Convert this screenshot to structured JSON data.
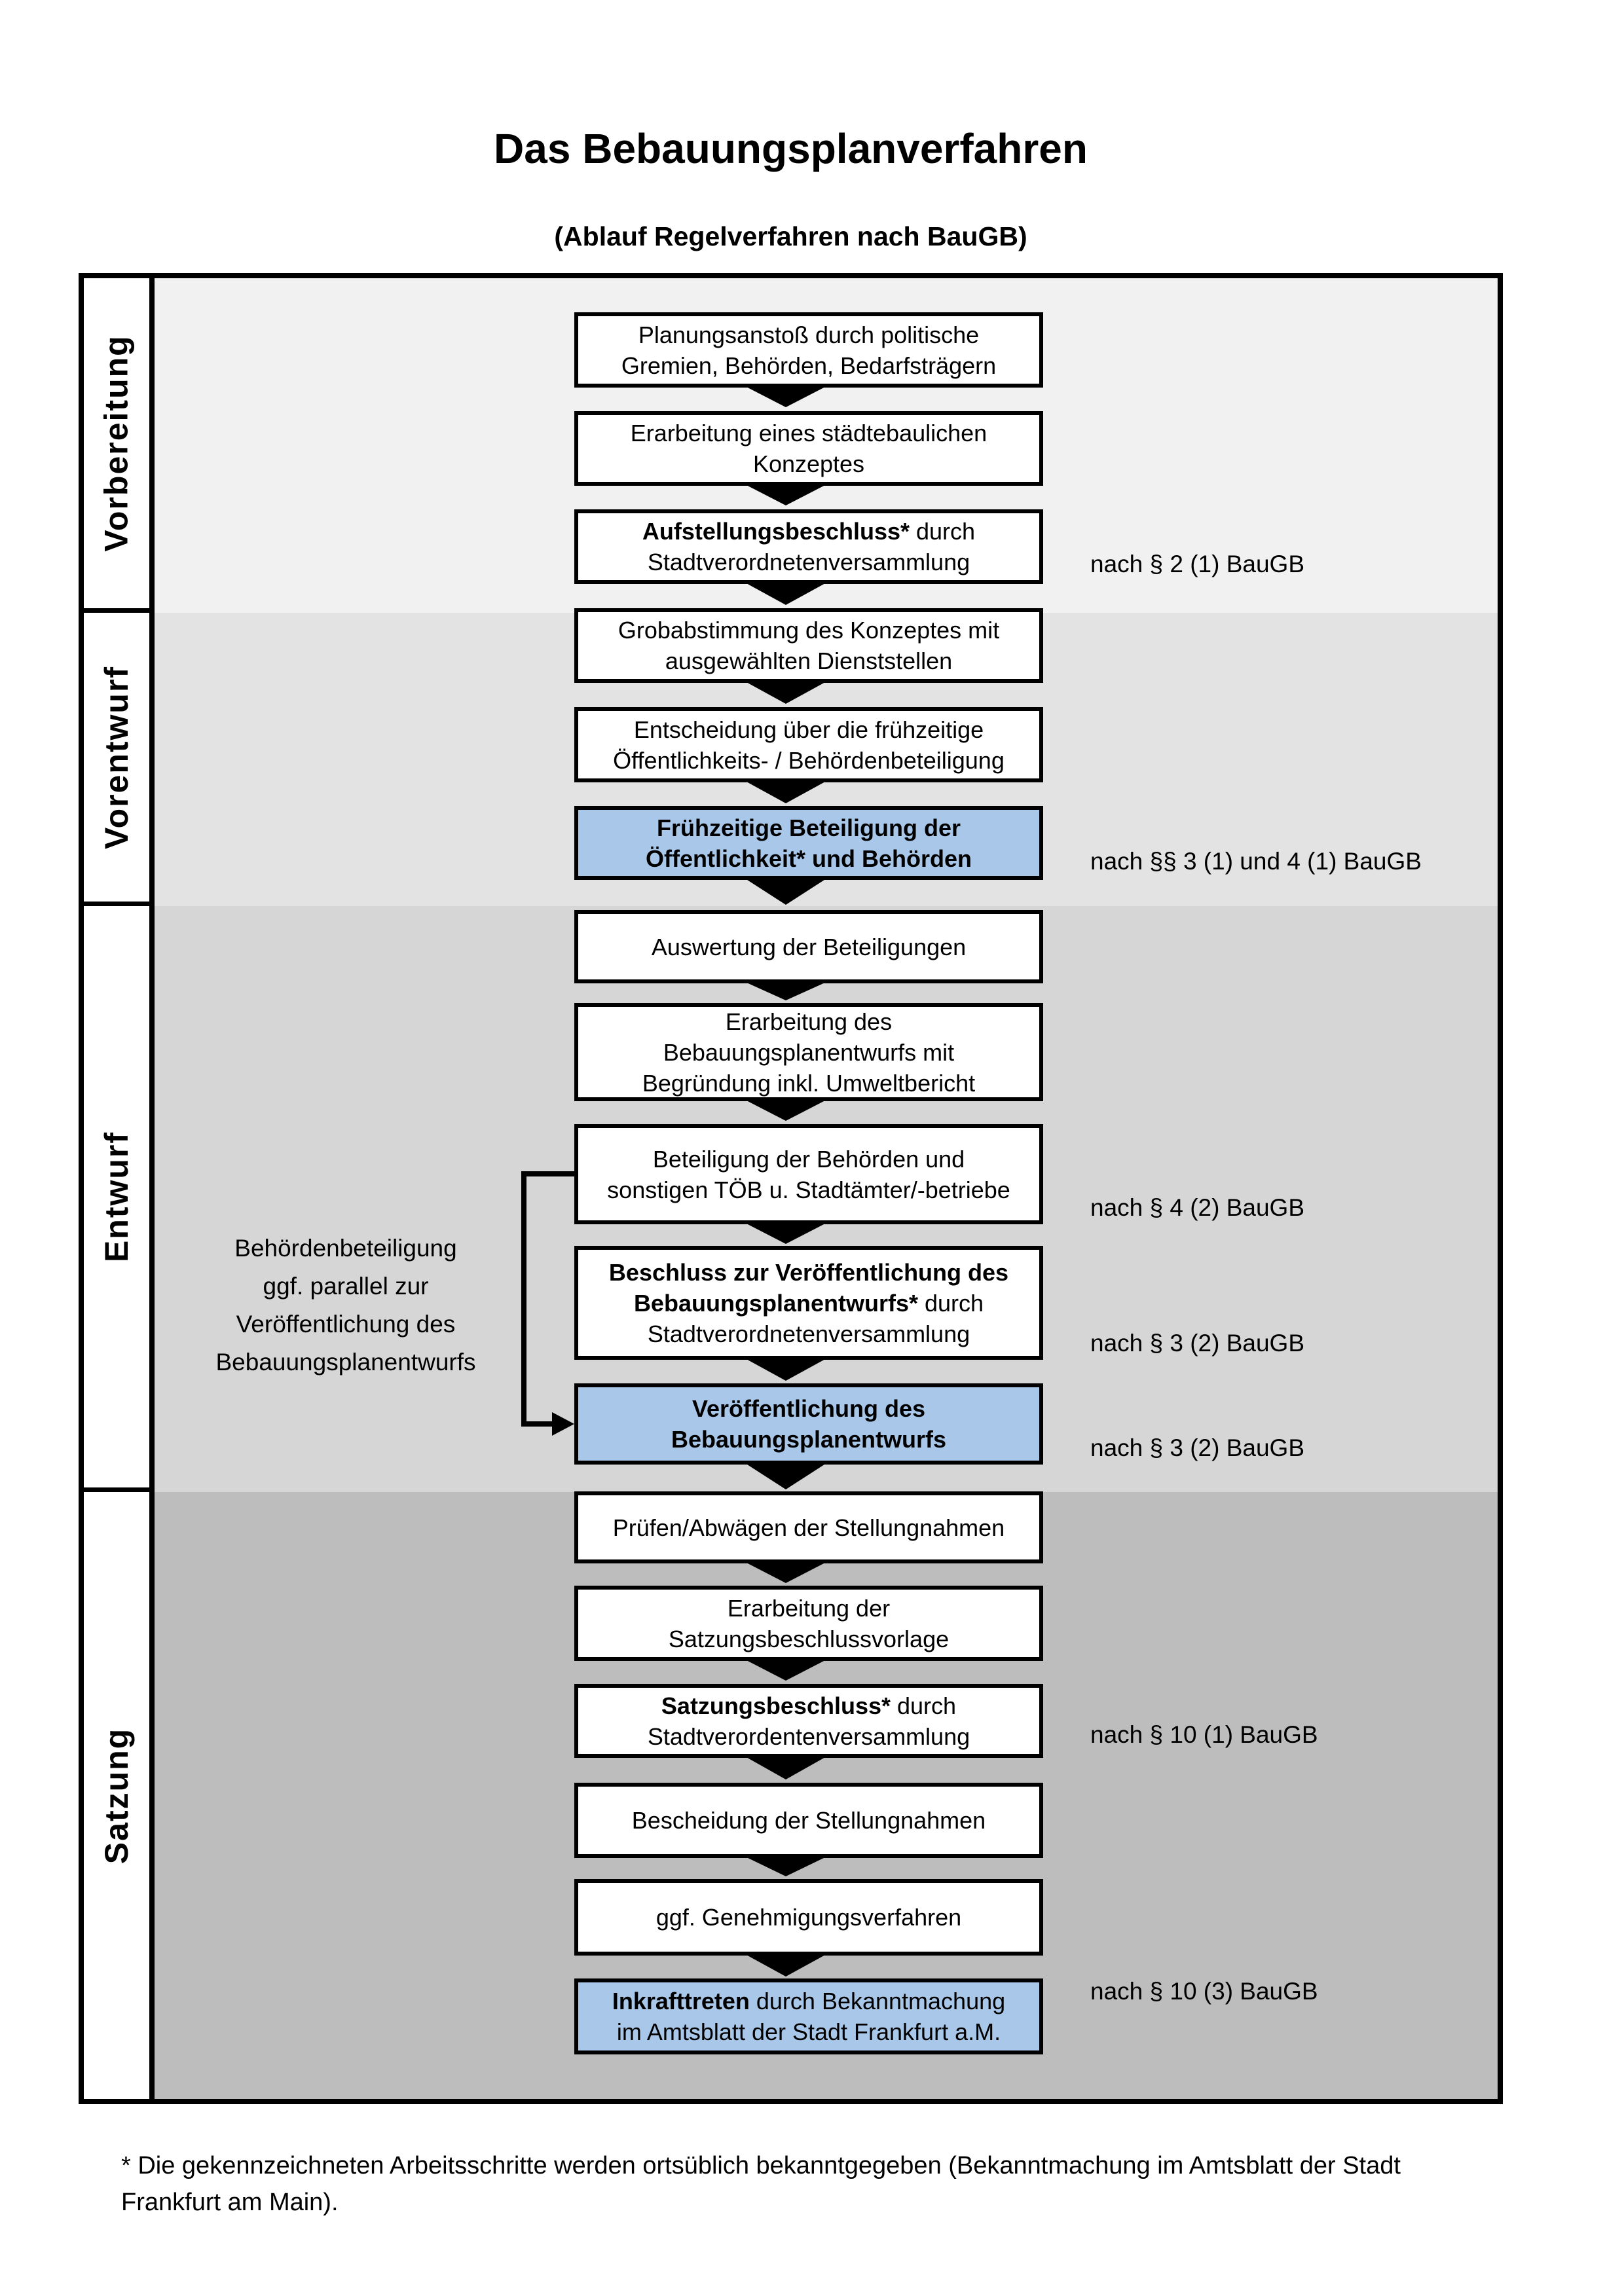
{
  "page": {
    "title": "Das Bebauungsplanverfahren",
    "subtitle": "(Ablauf Regelverfahren nach BauGB)",
    "footnote_line1": "* Die gekennzeichneten Arbeitsschritte werden ortsüblich bekanntgegeben (Bekanntmachung im Amtsblatt  der Stadt",
    "footnote_line2": "Frankfurt am Main)."
  },
  "sidebar": {
    "sections": [
      {
        "label": "Vorbereitung"
      },
      {
        "label": "Vorentwurf"
      },
      {
        "label": "Entwurf"
      },
      {
        "label": "Satzung"
      }
    ]
  },
  "flow": {
    "boxes": [
      {
        "l1": "Planungsanstoß durch politische",
        "l2": "Gremien, Behörden, Bedarfsträgern"
      },
      {
        "l1": "Erarbeitung eines städtebaulichen",
        "l2": "Konzeptes"
      },
      {
        "b1": "Aufstellungsbeschluss*",
        "r1": " durch",
        "l2": "Stadtverordnetenversammlung"
      },
      {
        "l1": "Grobabstimmung des Konzeptes mit",
        "l2": "ausgewählten Dienststellen"
      },
      {
        "l1": "Entscheidung über die frühzeitige",
        "l2": "Öffentlichkeits- / Behördenbeteiligung"
      },
      {
        "l1": "Frühzeitige Beteiligung der",
        "l2": "Öffentlichkeit* und Behörden"
      },
      {
        "l1": "Auswertung der Beteiligungen"
      },
      {
        "l1": "Erarbeitung des",
        "l2": "Bebauungsplanentwurfs mit",
        "l3": "Begründung inkl. Umweltbericht"
      },
      {
        "l1": "Beteiligung der Behörden und",
        "l2": "sonstigen TÖB u. Stadtämter/-betriebe"
      },
      {
        "b1": "Beschluss zur Veröffentlichung des",
        "b2": "Bebauungsplanentwurfs*",
        "r2": " durch",
        "l3": "Stadtverordnetenversammlung"
      },
      {
        "l1": "Veröffentlichung des",
        "l2": "Bebauungsplanentwurfs"
      },
      {
        "l1": "Prüfen/Abwägen der Stellungnahmen"
      },
      {
        "l1": "Erarbeitung der",
        "l2": "Satzungsbeschlussvorlage"
      },
      {
        "b1": "Satzungsbeschluss*",
        "r1": " durch",
        "l2": "Stadtverordentenversammlung"
      },
      {
        "l1": "Bescheidung der Stellungnahmen"
      },
      {
        "l1": "ggf. Genehmigungsverfahren"
      },
      {
        "b1": "Inkrafttreten",
        "r1": " durch Bekanntmachung",
        "l2": "im Amtsblatt der Stadt Frankfurt a.M."
      }
    ]
  },
  "annotations": {
    "a1": "nach § 2 (1) BauGB",
    "a2": "nach §§ 3 (1) und 4 (1) BauGB",
    "a3": "nach § 4 (2) BauGB",
    "a4": "nach § 3 (2) BauGB",
    "a5": "nach § 3 (2) BauGB",
    "a6": "nach § 10 (1) BauGB",
    "a7": "nach § 10 (3) BauGB"
  },
  "side_note": {
    "l1": "Behördenbeteiligung",
    "l2": "ggf. parallel zur",
    "l3": "Veröffentlichung des",
    "l4": "Bebauungsplanentwurfs"
  },
  "colors": {
    "highlight_box": "#a9c7e8",
    "band_vorbereitung": "#f1f1f1",
    "band_vorentwurf": "#e3e3e3",
    "band_entwurf": "#d6d6d6",
    "band_satzung": "#bdbdbd"
  }
}
